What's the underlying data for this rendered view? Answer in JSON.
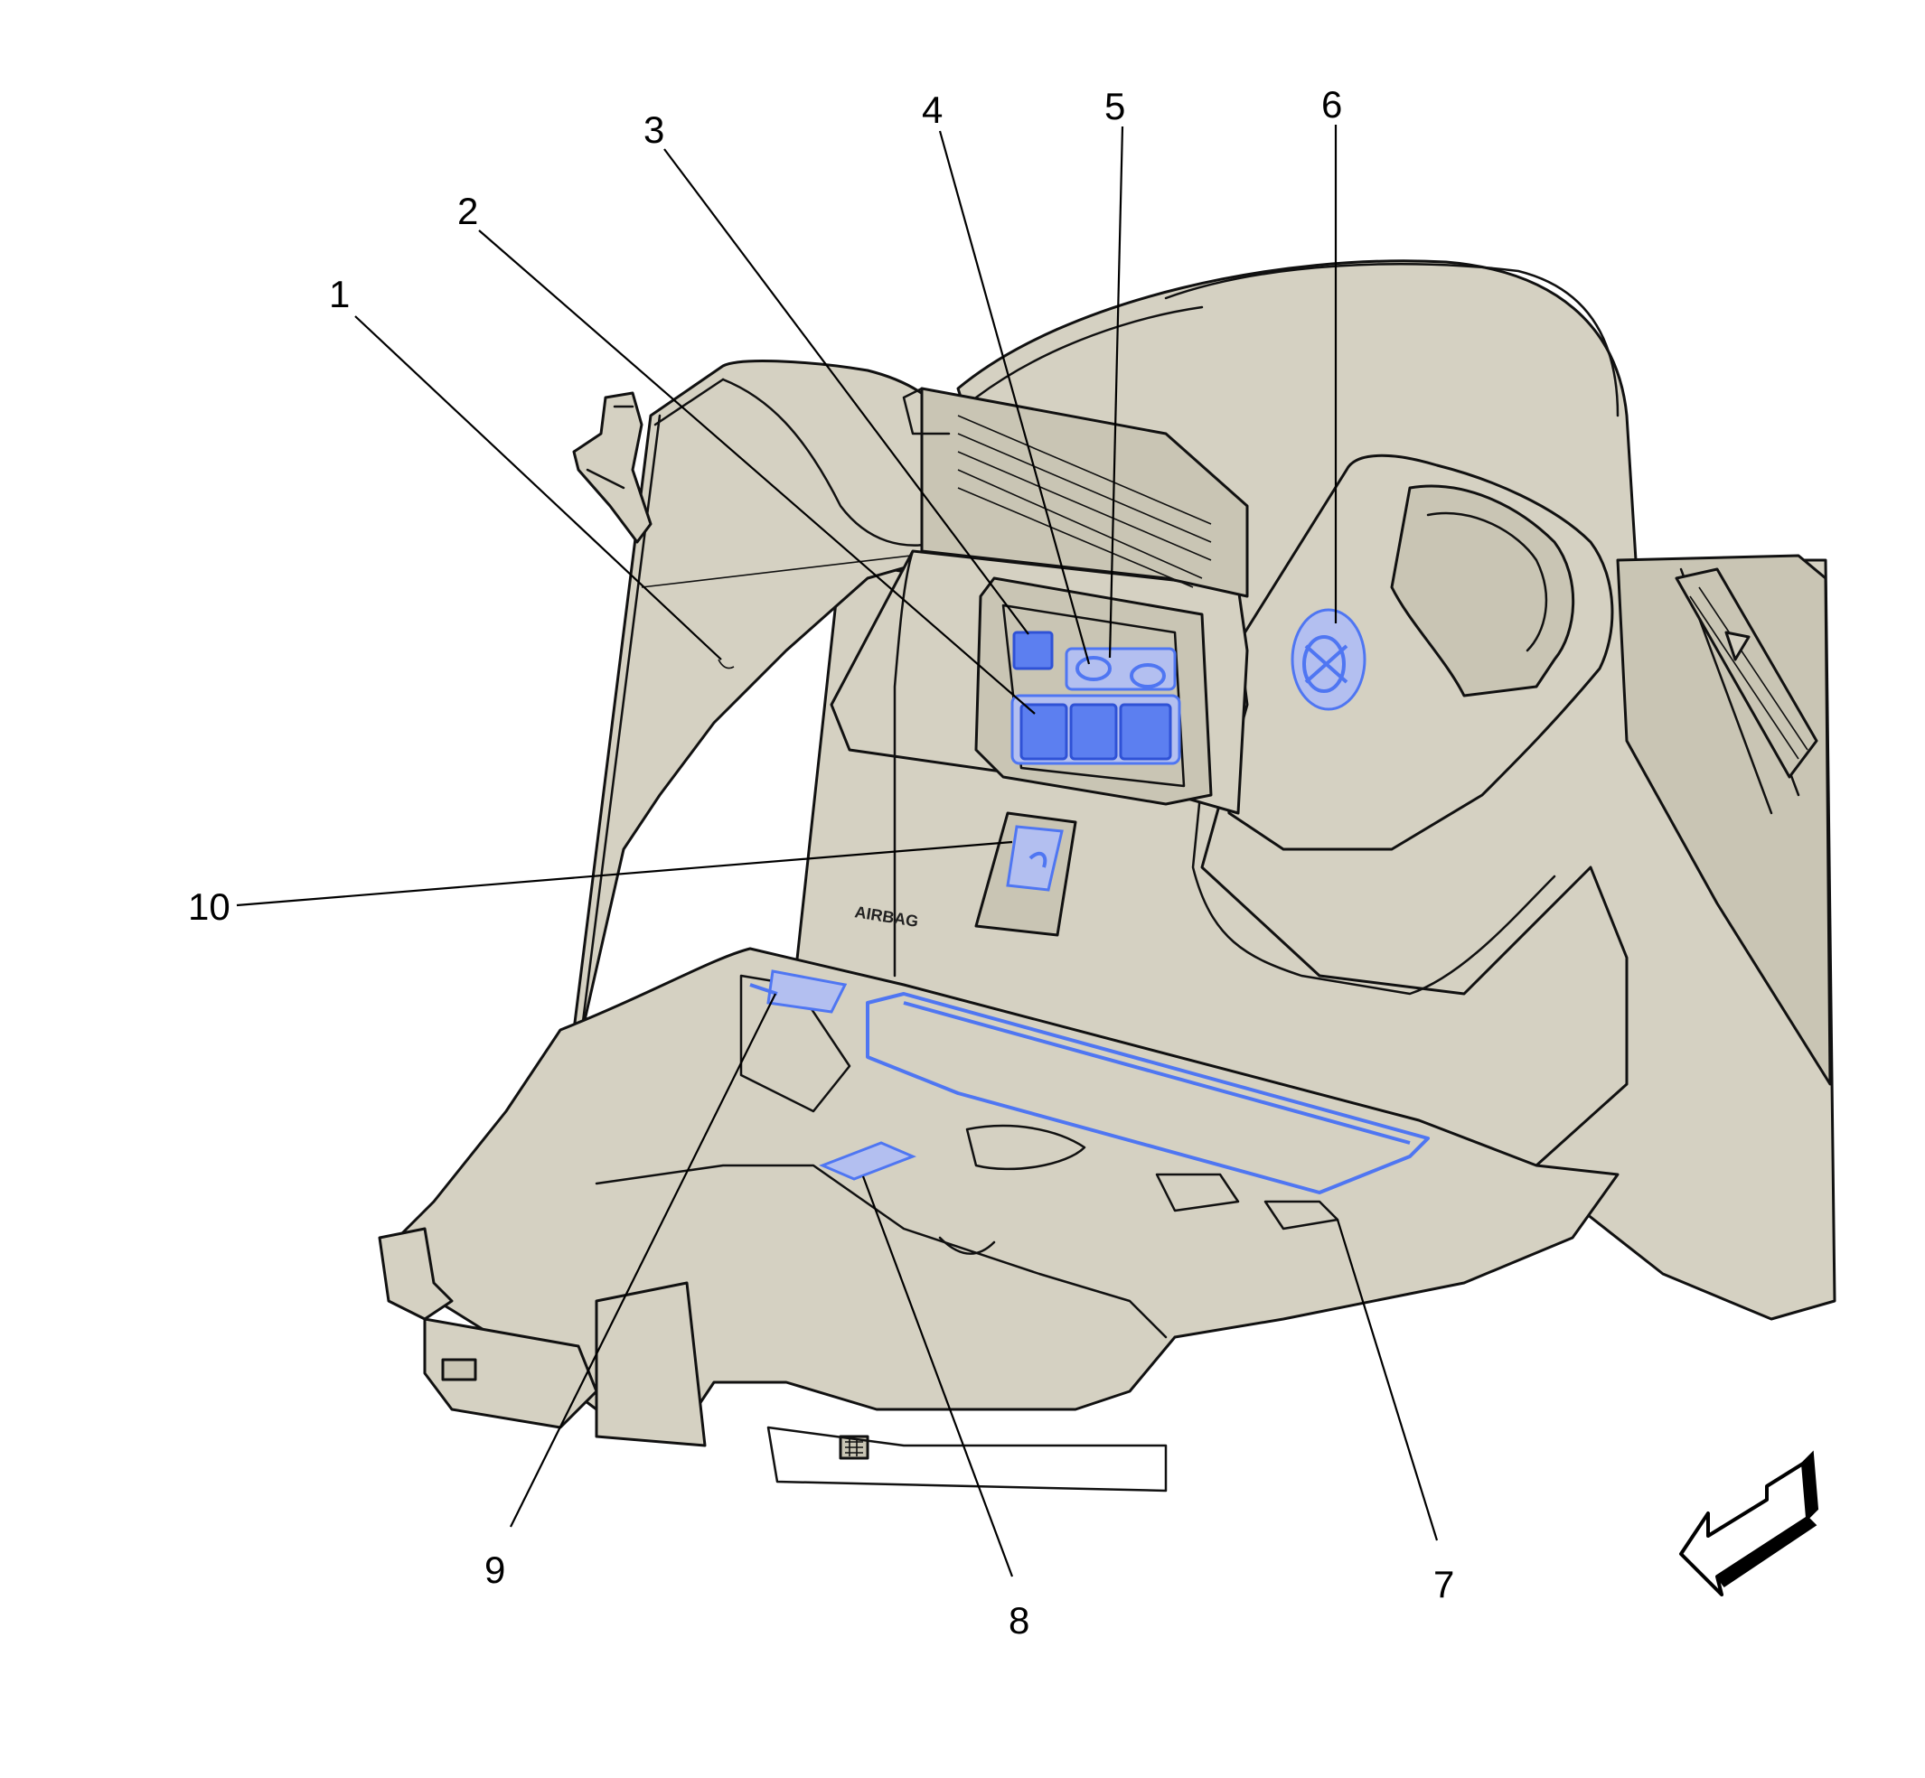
{
  "callouts": [
    {
      "id": "1",
      "label": "1"
    },
    {
      "id": "2",
      "label": "2"
    },
    {
      "id": "3",
      "label": "3"
    },
    {
      "id": "4",
      "label": "4"
    },
    {
      "id": "5",
      "label": "5"
    },
    {
      "id": "6",
      "label": "6"
    },
    {
      "id": "7",
      "label": "7"
    },
    {
      "id": "8",
      "label": "8"
    },
    {
      "id": "9",
      "label": "9"
    },
    {
      "id": "10",
      "label": "10"
    }
  ],
  "panel_text": {
    "airbag": "AIRBAG"
  },
  "colors": {
    "panel_fill": "#d5d1c2",
    "highlight": "#5c7ff0",
    "outline": "#111111"
  },
  "icons": {
    "direction_arrow": "front-direction-arrow-icon"
  }
}
